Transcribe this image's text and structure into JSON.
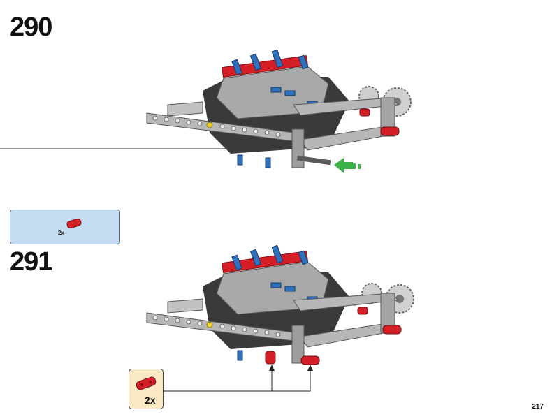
{
  "steps": [
    {
      "number": "290"
    },
    {
      "number": "291",
      "parts": [
        {
          "quantity": "2x",
          "part": "red-connector-icon"
        }
      ]
    }
  ],
  "callout": {
    "quantity": "2x",
    "part": "red-connector-icon"
  },
  "page_number": "217",
  "colors": {
    "parts_box": "#c4dcf2",
    "callout_box": "#fbe9c5",
    "beam_gray": "#b0b0b0",
    "pin_blue": "#2f6fbd",
    "accent_red": "#d41f27",
    "arrow_green": "#3cb34a"
  }
}
